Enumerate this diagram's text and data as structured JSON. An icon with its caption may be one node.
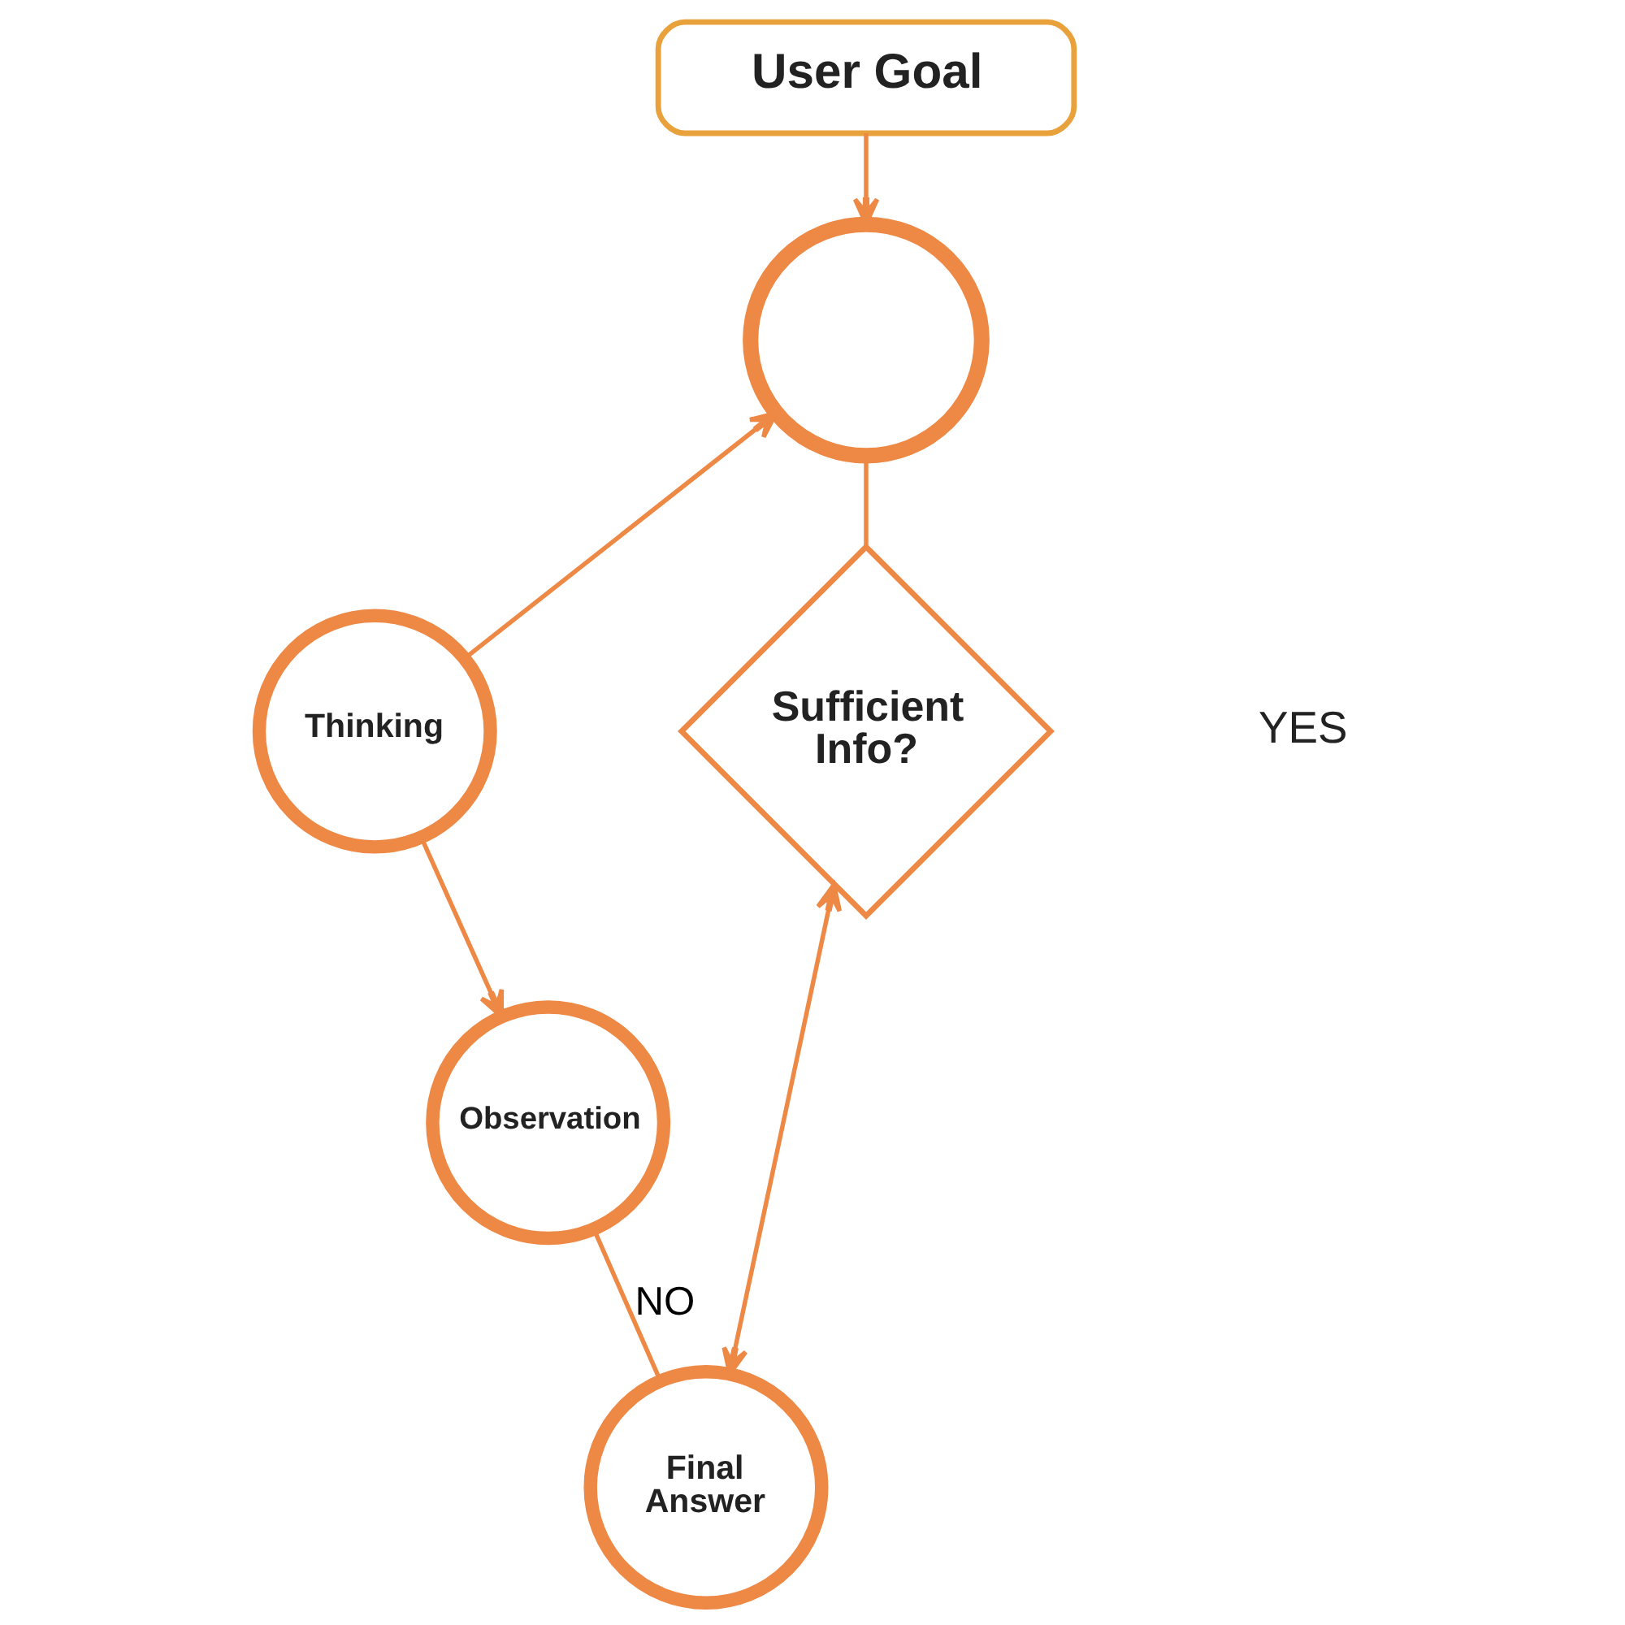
{
  "diagram": {
    "nodes": [
      {
        "text": [
          "User Goal"
        ]
      },
      {
        "text": [],
        "shape": "circle"
      },
      {
        "text": [
          "Thinking"
        ]
      },
      {
        "text": [
          "Observation"
        ]
      },
      {
        "text": [
          "Final Answer"
        ]
      },
      {
        "text": [
          "Sufficient Info?"
        ]
      }
    ],
    "edges": [
      {
        "from": 0,
        "to": 1,
        "arrow": "to"
      },
      {
        "from": 2,
        "to": 1,
        "arrow": "to"
      },
      {
        "from": 2,
        "to": 3,
        "arrow": "to"
      },
      {
        "from": 3,
        "to": 4,
        "arrow": "none",
        "label": "NO"
      },
      {
        "from": 5,
        "to": 4,
        "arrow": "both"
      },
      {
        "from": 1,
        "to": 5,
        "arrow": "none"
      }
    ],
    "labels": [
      "YES"
    ]
  }
}
